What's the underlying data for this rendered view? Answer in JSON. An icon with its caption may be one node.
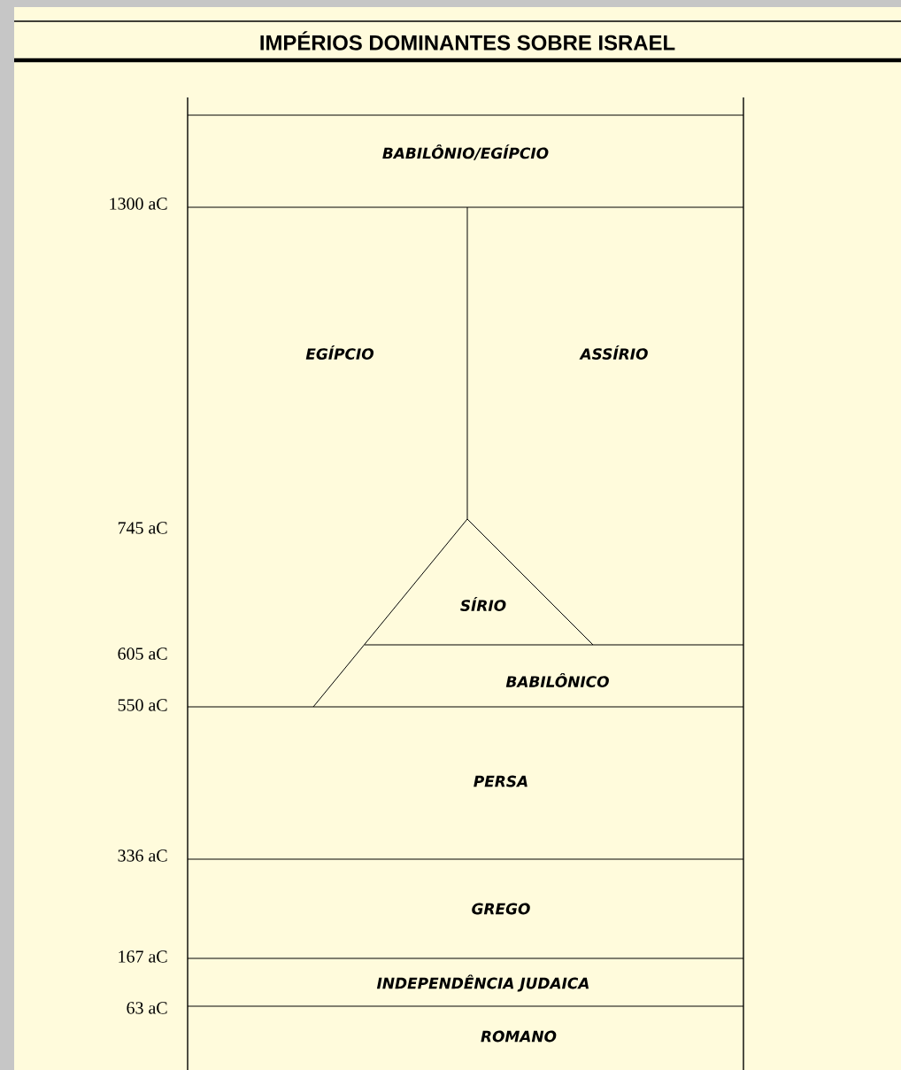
{
  "diagram": {
    "title": "IMPÉRIOS DOMINANTES SOBRE ISRAEL",
    "nodes": [
      {
        "text": [
          "BABILÔNIO/EGÍPCIO"
        ]
      },
      {
        "text": [
          "EGÍPCIO"
        ]
      },
      {
        "text": [
          "ASSÍRIO"
        ]
      },
      {
        "text": [
          "SÍRIO"
        ]
      },
      {
        "text": [
          "BABILÔNICO"
        ]
      },
      {
        "text": [
          "PERSA"
        ]
      },
      {
        "text": [
          "GREGO"
        ]
      },
      {
        "text": [
          "INDEPENDÊNCIA JUDAICA"
        ]
      },
      {
        "text": [
          "ROMANO"
        ]
      }
    ],
    "labels": [
      "1300 aC",
      "745 aC",
      "605 aC",
      "550 aC",
      "336 aC",
      "167 aC",
      "63 aC"
    ]
  }
}
